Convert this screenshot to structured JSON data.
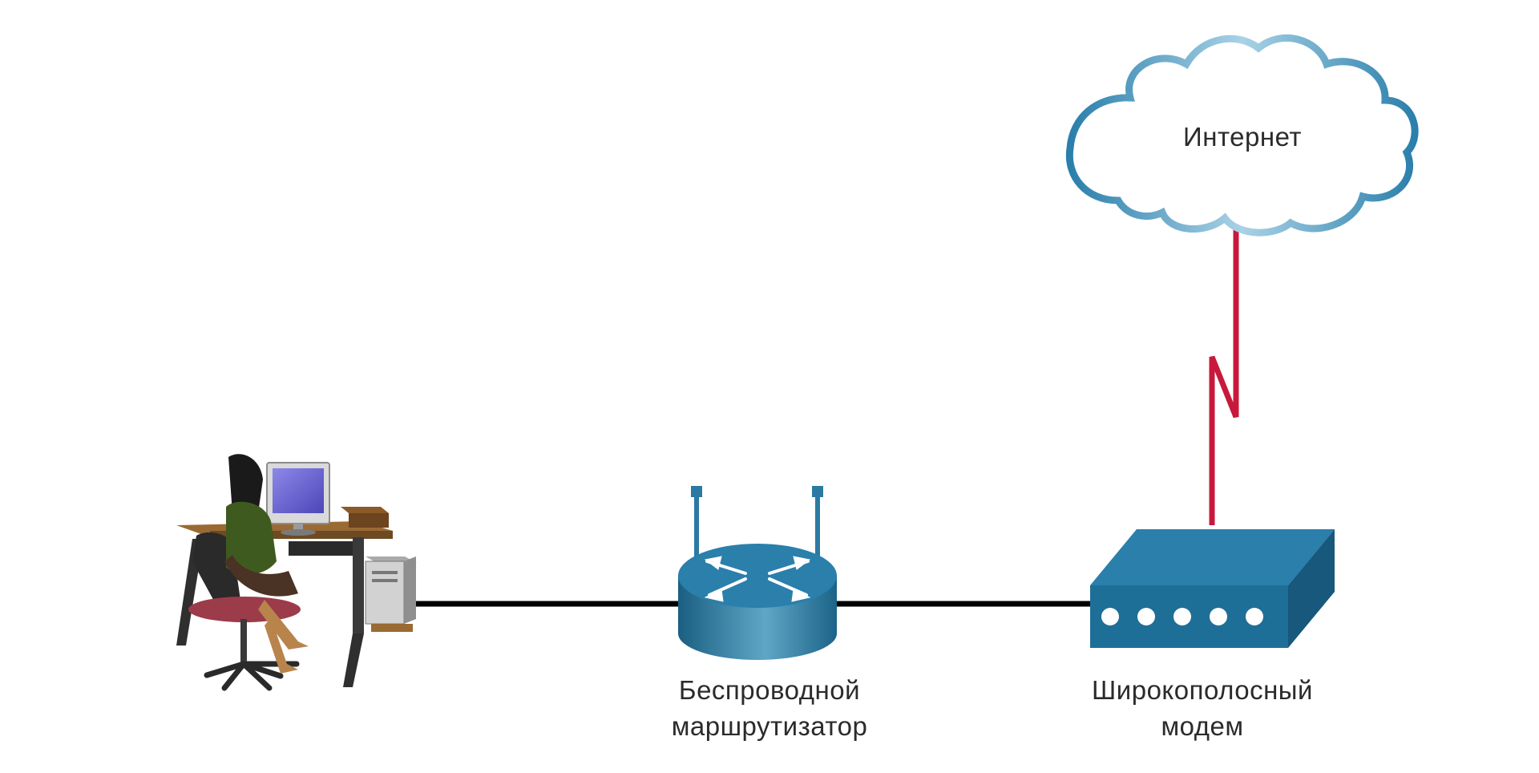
{
  "diagram": {
    "cloud": {
      "label": "Интернет",
      "color": "#3a7fa6"
    },
    "router": {
      "line1": "Беспроводной",
      "line2": "маршрутизатор",
      "color": "#1e6f95"
    },
    "modem": {
      "line1": "Широкополосный",
      "line2": "модем",
      "color": "#1d6f98"
    },
    "connections": {
      "cable_color": "#000000",
      "wan_link_color": "#c8193c"
    },
    "icons": [
      "user-workstation-icon",
      "wireless-router-icon",
      "broadband-modem-icon",
      "internet-cloud-icon"
    ]
  }
}
